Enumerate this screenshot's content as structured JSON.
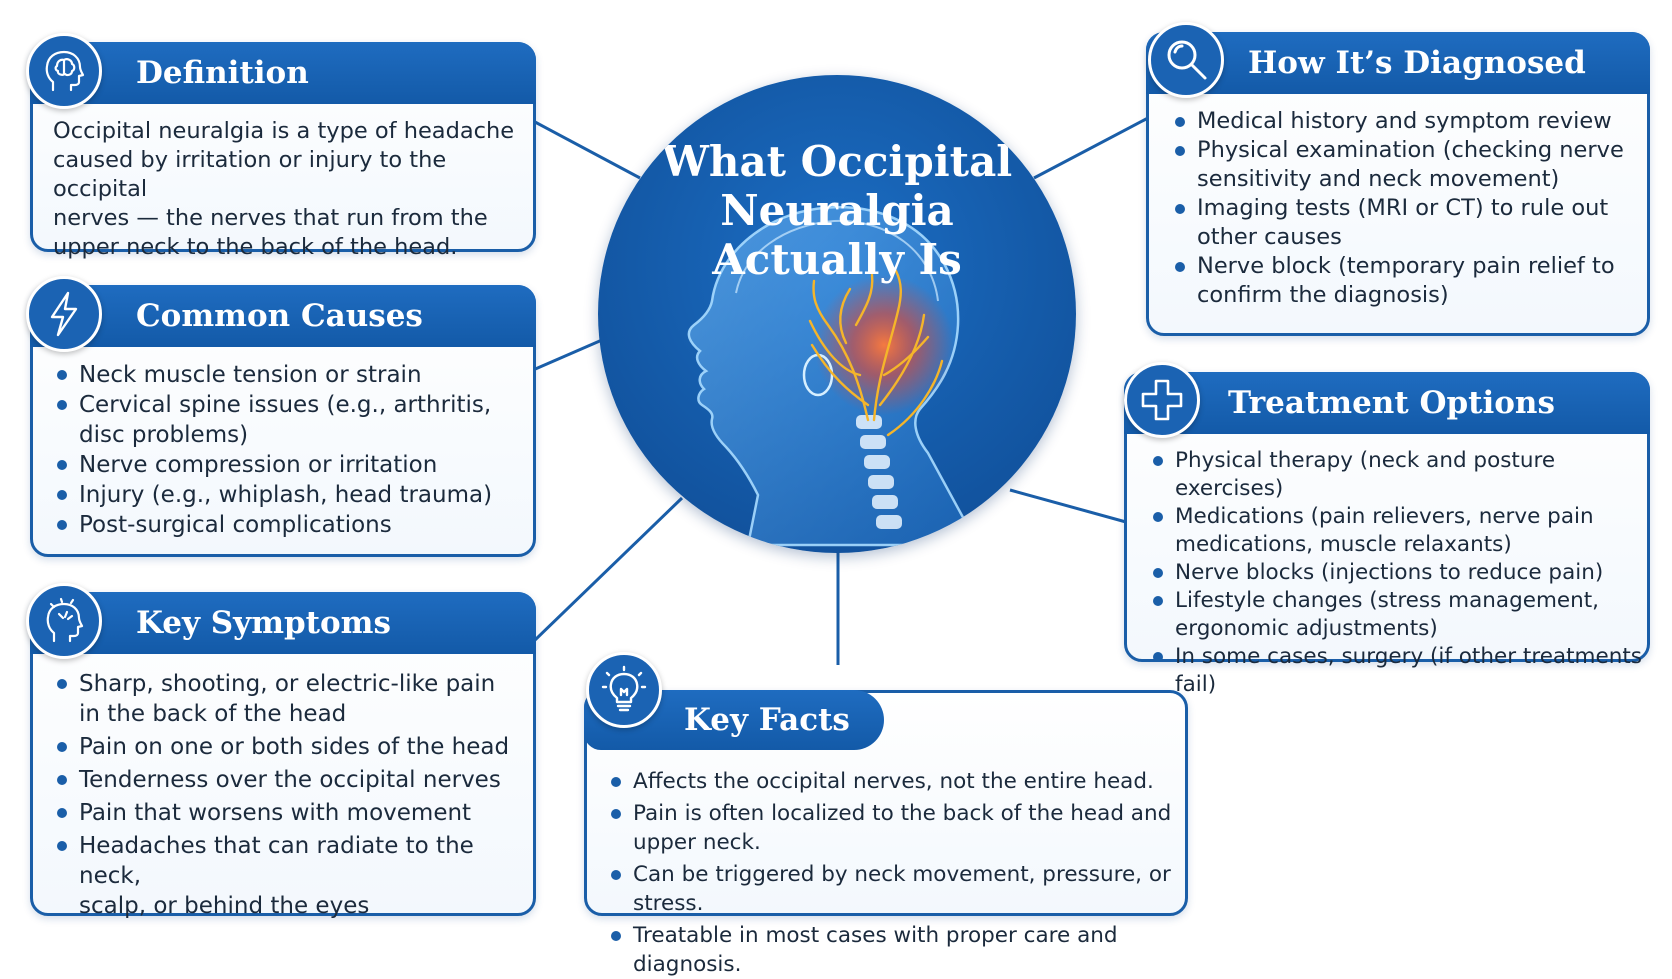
{
  "center": {
    "title_lines": [
      "What Occipital",
      "Neuralgia",
      "Actually Is"
    ]
  },
  "definition": {
    "title": "Definition",
    "icon": "brain-head-icon",
    "lines": [
      "Occipital neuralgia is a type of headache",
      "caused by irritation or injury to the occipital",
      "nerves — the nerves that run from the",
      "upper neck to the back of the head."
    ]
  },
  "causes": {
    "title": "Common Causes",
    "icon": "lightning-icon",
    "items": [
      [
        "Neck muscle tension or strain"
      ],
      [
        "Cervical spine issues (e.g., arthritis,",
        "disc problems)"
      ],
      [
        "Nerve compression or irritation"
      ],
      [
        "Injury (e.g., whiplash, head trauma)"
      ],
      [
        "Post-surgical complications"
      ]
    ]
  },
  "symptoms": {
    "title": "Key Symptoms",
    "icon": "head-pain-icon",
    "items": [
      [
        "Sharp, shooting, or electric-like pain",
        "in the back of the head"
      ],
      [
        "Pain on one or both sides of the head"
      ],
      [
        "Tenderness over the occipital nerves"
      ],
      [
        "Pain that worsens with movement"
      ],
      [
        "Headaches that can radiate to the neck,",
        "scalp, or behind the eyes"
      ]
    ]
  },
  "diagnosis": {
    "title": "How It’s Diagnosed",
    "icon": "magnifier-icon",
    "items": [
      [
        "Medical history and symptom review"
      ],
      [
        "Physical examination (checking nerve",
        "sensitivity and neck movement)"
      ],
      [
        "Imaging tests (MRI or CT) to rule out",
        "other causes"
      ],
      [
        "Nerve block (temporary pain relief to",
        "confirm the diagnosis)"
      ]
    ]
  },
  "treatment": {
    "title": "Treatment Options",
    "icon": "medical-cross-icon",
    "items": [
      [
        "Physical therapy (neck and posture exercises)"
      ],
      [
        "Medications (pain relievers, nerve pain",
        "medications, muscle relaxants)"
      ],
      [
        "Nerve blocks (injections to reduce pain)"
      ],
      [
        "Lifestyle changes (stress management,",
        "ergonomic adjustments)"
      ],
      [
        "In some cases, surgery (if other treatments fail)"
      ]
    ]
  },
  "facts": {
    "title": "Key Facts",
    "icon": "lightbulb-icon",
    "items": [
      [
        "Affects the occipital nerves, not the entire head."
      ],
      [
        "Pain is often localized to the back of the head and",
        "upper neck."
      ],
      [
        "Can be triggered by neck movement, pressure, or stress."
      ],
      [
        "Treatable in most cases with proper care and diagnosis."
      ]
    ]
  },
  "colors": {
    "primary": "#1a5ea8",
    "header": "#135aa8",
    "text": "#1b2a3c",
    "nerve_highlight": "#f5a623",
    "pain_glow": "#e8452c"
  }
}
